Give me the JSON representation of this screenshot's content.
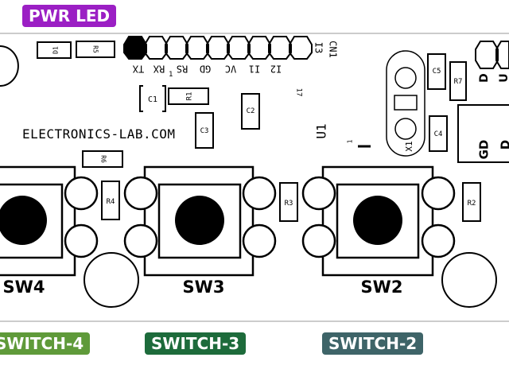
{
  "tags": {
    "pwr_led": {
      "label": "PWR LED",
      "color": "#9b1fc4"
    },
    "switch4": {
      "label": "SWITCH-4",
      "color": "#5f9a3a"
    },
    "switch3": {
      "label": "SWITCH-3",
      "color": "#1d6b3b"
    },
    "switch2": {
      "label": "SWITCH-2",
      "color": "#3e6468"
    }
  },
  "silkscreen": {
    "brand": "ELECTRONICS-LAB.COM",
    "u1": "U1",
    "cn1": "CN1",
    "pin1_mark": "1",
    "pin17_mark": "17",
    "x1": "X1",
    "pins": [
      "TX",
      "RX",
      "RS",
      "GD",
      "VC",
      "I1",
      "I2",
      "I3"
    ],
    "sw4": "SW4",
    "sw3": "SW3",
    "sw2": "SW2",
    "gd": "GD",
    "d_right": "D",
    "d_top": "D",
    "u_top": "U"
  },
  "components": {
    "d1": "D1",
    "r5": "R5",
    "c1": "C1",
    "r1": "R1",
    "c2": "C2",
    "c3": "C3",
    "r6": "R6",
    "r4": "R4",
    "r3": "R3",
    "r2": "R2",
    "c5": "C5",
    "r7": "R7",
    "c4": "C4"
  }
}
